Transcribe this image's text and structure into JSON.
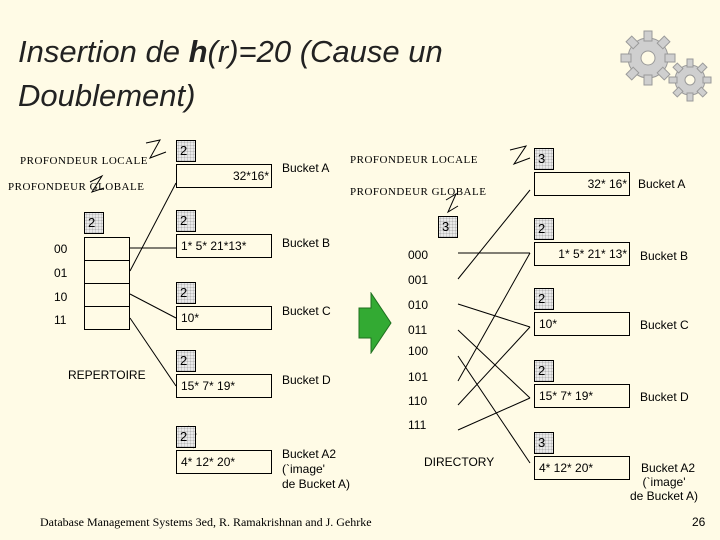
{
  "title": {
    "line1_pre": "Insertion de ",
    "line1_bold": "h",
    "line1_post": "(r)=20 (Cause un",
    "line2": "Doublement)"
  },
  "left": {
    "local_depth_label": "PROFONDEUR LOCALE",
    "global_depth_label": "PROFONDEUR GLOBALE",
    "global_depth": "2",
    "directory_entries": [
      "00",
      "01",
      "10",
      "11"
    ],
    "directory_label": "REPERTOIRE",
    "buckets": [
      {
        "depth": "2",
        "content": "32*16*",
        "name": "Bucket A"
      },
      {
        "depth": "2",
        "content": "1* 5* 21*13*",
        "name": "Bucket B"
      },
      {
        "depth": "2",
        "content": "10*",
        "name": "Bucket C"
      },
      {
        "depth": "2",
        "content": "15* 7* 19*",
        "name": "Bucket D"
      },
      {
        "depth": "2",
        "content": "4* 12* 20*",
        "name": "Bucket A2",
        "note1": "(`image'",
        "note2": "de Bucket A)"
      }
    ]
  },
  "right": {
    "local_depth_label": "PROFONDEUR LOCALE",
    "global_depth_label": "PROFONDEUR GLOBALE",
    "global_depth": "3",
    "directory_entries": [
      "000",
      "001",
      "010",
      "011",
      "100",
      "101",
      "110",
      "111"
    ],
    "directory_label": "DIRECTORY",
    "buckets": [
      {
        "depth": "3",
        "content": "32* 16*",
        "name": "Bucket A"
      },
      {
        "depth": "2",
        "content": "1* 5* 21* 13*",
        "name": "Bucket B"
      },
      {
        "depth": "2",
        "content": "10*",
        "name": "Bucket C"
      },
      {
        "depth": "2",
        "content": "15* 7* 19*",
        "name": "Bucket D"
      },
      {
        "depth": "3",
        "content": "4* 12* 20*",
        "name": "Bucket A2",
        "note1": "(`image'",
        "note2": "de Bucket A)"
      }
    ]
  },
  "footer": "Database Management Systems 3ed, R. Ramakrishnan and J. Gehrke",
  "page_number": "26",
  "colors": {
    "background": "#fffbe6",
    "arrow": "#33aa33",
    "depth_fill": "#e9e9e9"
  }
}
